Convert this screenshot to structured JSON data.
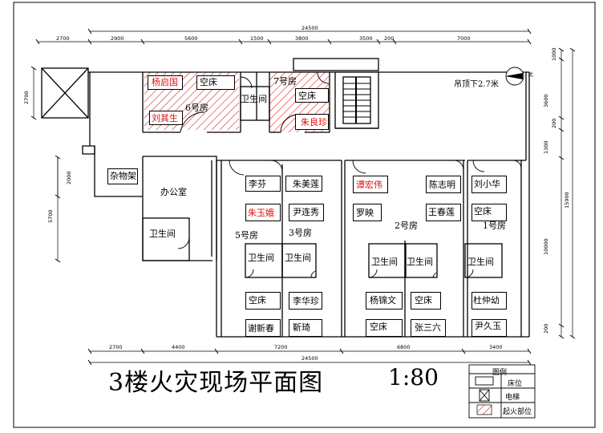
{
  "title": "3楼火灾现场平面图",
  "scale": "1:80",
  "ceiling_note": "吊顶下2.7米",
  "north_label": "北",
  "dims_top_overall": "24500",
  "dims_top": [
    "2700",
    "2900",
    "5600",
    "1500",
    "3800",
    "3500",
    "200",
    "7000"
  ],
  "dims_bottom": [
    "2700",
    "4400",
    "7200",
    "6800",
    "3400"
  ],
  "dims_bottom_overall": "24500",
  "dims_left": [
    "2700",
    "2000",
    "5700"
  ],
  "dims_right": [
    "1000",
    "3600",
    "200",
    "1300",
    "15900",
    "10000",
    "200"
  ],
  "rooms": {
    "r6": "6号房",
    "r7": "7号房",
    "r5": "5号房",
    "r3": "3号房",
    "r2": "2号房",
    "r1": "1号房",
    "office": "办公室",
    "storage": "杂物架",
    "wc": "卫生间",
    "empty": "空床"
  },
  "occupants": {
    "yangqiguo": "杨启国",
    "liuqisheng": "刘其生",
    "zhuliangzhen": "朱良珍",
    "lifen": "李芬",
    "zhumeilian": "朱美莲",
    "zhuyue": "朱玉娥",
    "yinlianxiu": "尹连秀",
    "tanhongwei": "谭宏伟",
    "chenzhiming": "陈志明",
    "liuxiaohua": "刘小华",
    "luoying": "罗映",
    "wangchunlian": "王春莲",
    "lihuazhen": "李华珍",
    "xiexinchun": "谢新春",
    "jinqi": "靳琦",
    "yangjinwen": "杨锦文",
    "zhangsanliu": "张三六",
    "duzhongyou": "杜仲幼",
    "yinjiuyu": "尹久玉"
  },
  "legend": {
    "title": "图例",
    "bed": "床位",
    "elevator": "电梯",
    "fire_origin": "起火部位"
  }
}
